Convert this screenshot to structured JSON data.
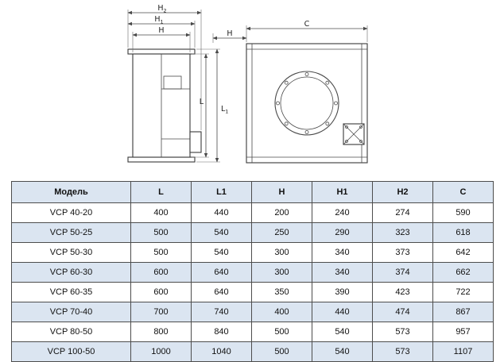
{
  "diagram": {
    "labels": {
      "h2": {
        "base": "H",
        "sub": "2"
      },
      "h1": {
        "base": "H",
        "sub": "1"
      },
      "h": {
        "base": "H",
        "sub": ""
      },
      "l": {
        "base": "L",
        "sub": ""
      },
      "l1": {
        "base": "L",
        "sub": "1"
      },
      "h_side": {
        "base": "H",
        "sub": ""
      },
      "c": {
        "base": "C",
        "sub": ""
      }
    }
  },
  "table": {
    "headers": [
      "Модель",
      "L",
      "L1",
      "H",
      "H1",
      "H2",
      "C"
    ],
    "rows": [
      [
        "VCP 40-20",
        "400",
        "440",
        "200",
        "240",
        "274",
        "590"
      ],
      [
        "VCP 50-25",
        "500",
        "540",
        "250",
        "290",
        "323",
        "618"
      ],
      [
        "VCP 50-30",
        "500",
        "540",
        "300",
        "340",
        "373",
        "642"
      ],
      [
        "VCP 60-30",
        "600",
        "640",
        "300",
        "340",
        "374",
        "662"
      ],
      [
        "VCP 60-35",
        "600",
        "640",
        "350",
        "390",
        "423",
        "722"
      ],
      [
        "VCP 70-40",
        "700",
        "740",
        "400",
        "440",
        "474",
        "867"
      ],
      [
        "VCP 80-50",
        "800",
        "840",
        "500",
        "540",
        "573",
        "957"
      ],
      [
        "VCP 100-50",
        "1000",
        "1040",
        "500",
        "540",
        "573",
        "1107"
      ]
    ],
    "colors": {
      "stripe": "#dbe5f1",
      "border": "#4d4d4d"
    }
  }
}
